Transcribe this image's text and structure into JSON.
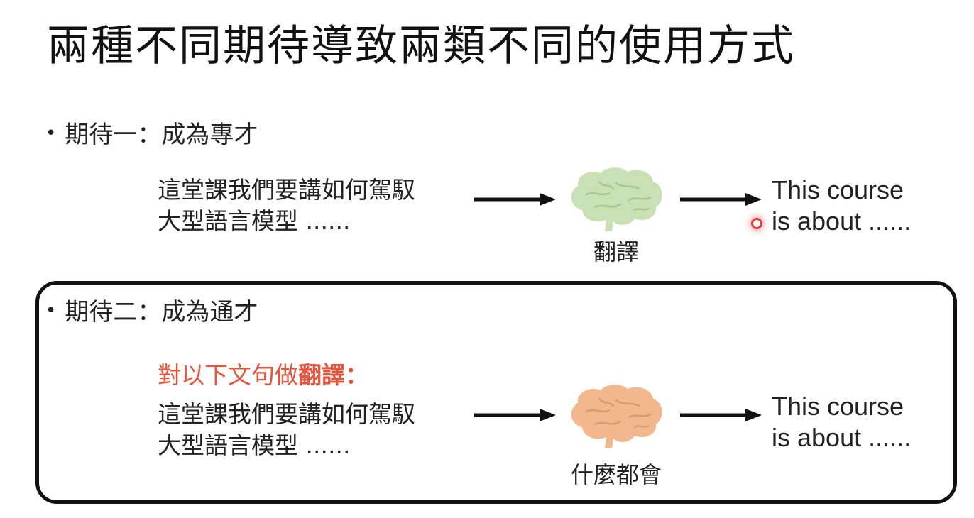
{
  "slide": {
    "title": "兩種不同期待導致兩類不同的使用方式"
  },
  "section1": {
    "bullet": "•",
    "heading": "期待一：成為專才",
    "input_line1": "這堂課我們要講如何駕馭",
    "input_line2": "大型語言模型 ......",
    "brain_label": "翻譯",
    "brain_color": "#c9dfb4",
    "output_line1": "This course",
    "output_line2": "is about ......"
  },
  "section2": {
    "bullet": "•",
    "heading": "期待二：成為通才",
    "prompt_plain": "對以下文句做",
    "prompt_bold": "翻譯：",
    "prompt_color": "#e8533c",
    "input_line1": "這堂課我們要講如何駕馭",
    "input_line2": "大型語言模型 ......",
    "brain_label": "什麼都會",
    "brain_color": "#f2b78d",
    "output_line1": "This course",
    "output_line2": "is about ......"
  }
}
